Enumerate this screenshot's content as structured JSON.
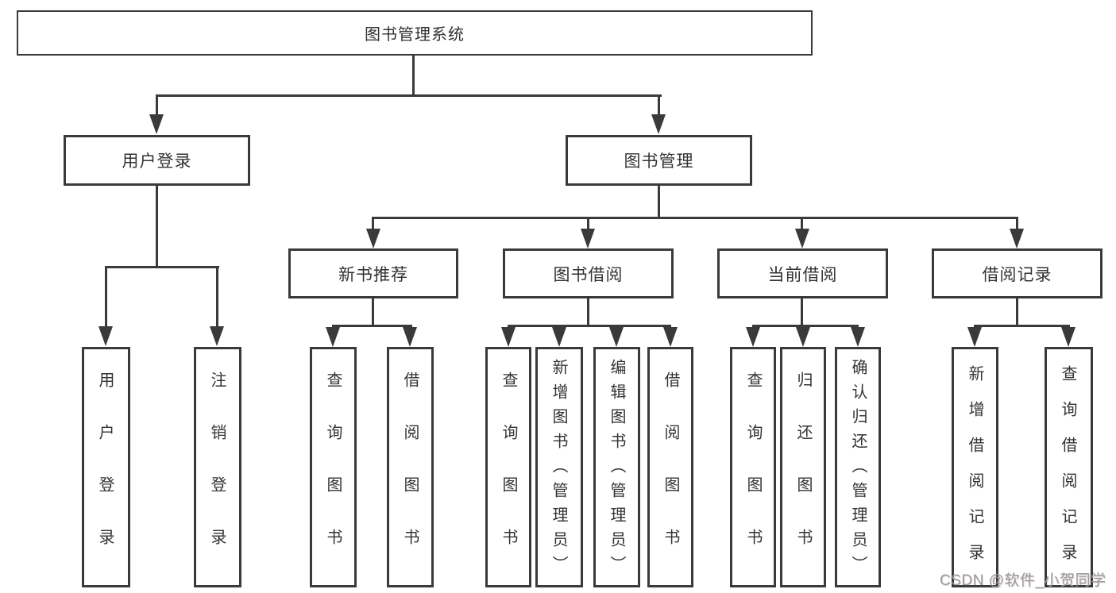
{
  "diagram": {
    "tree": {
      "label": "图书管理系统",
      "children": [
        {
          "label": "用户登录",
          "children": [
            {
              "label": "用户登录"
            },
            {
              "label": "注销登录"
            }
          ]
        },
        {
          "label": "图书管理",
          "children": [
            {
              "label": "新书推荐",
              "children": [
                {
                  "label": "查询图书"
                },
                {
                  "label": "借阅图书"
                }
              ]
            },
            {
              "label": "图书借阅",
              "children": [
                {
                  "label": "查询图书"
                },
                {
                  "label": "新增图书（管理员）"
                },
                {
                  "label": "编辑图书（管理员）"
                },
                {
                  "label": "借阅图书"
                }
              ]
            },
            {
              "label": "当前借阅",
              "children": [
                {
                  "label": "查询图书"
                },
                {
                  "label": "归还图书"
                },
                {
                  "label": "确认归还（管理员）"
                }
              ]
            },
            {
              "label": "借阅记录",
              "children": [
                {
                  "label": "新增借阅记录"
                },
                {
                  "label": "查询借阅记录"
                }
              ]
            }
          ]
        }
      ]
    },
    "colors": {
      "line": "#3a3a3a",
      "box_background": "#ffffff",
      "text": "#333333"
    }
  },
  "watermark": {
    "text": "CSDN @软件_小贺同学",
    "color": "#9c9c9c"
  }
}
